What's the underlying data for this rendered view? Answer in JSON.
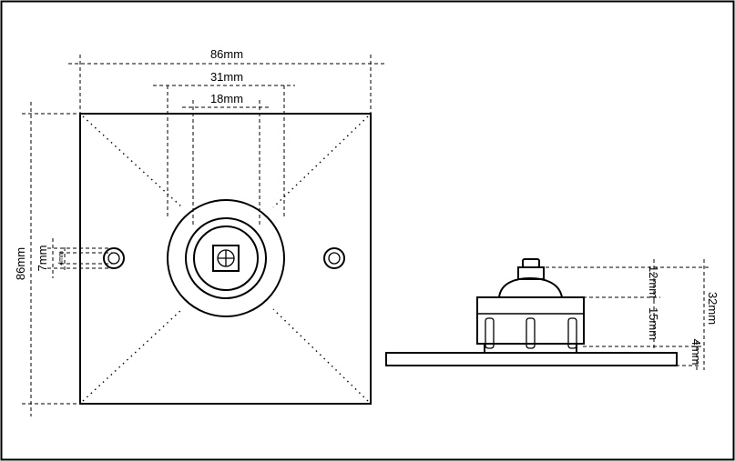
{
  "labels": {
    "top_width": "86mm",
    "ring_outer": "31mm",
    "ring_inner": "18mm",
    "left_height": "86mm",
    "hole_spacing": "7mm",
    "hole_small": "4mm",
    "knob_height": "12mm",
    "cap_height": "15mm",
    "total_height": "32mm",
    "plate_thickness": "4mm"
  }
}
